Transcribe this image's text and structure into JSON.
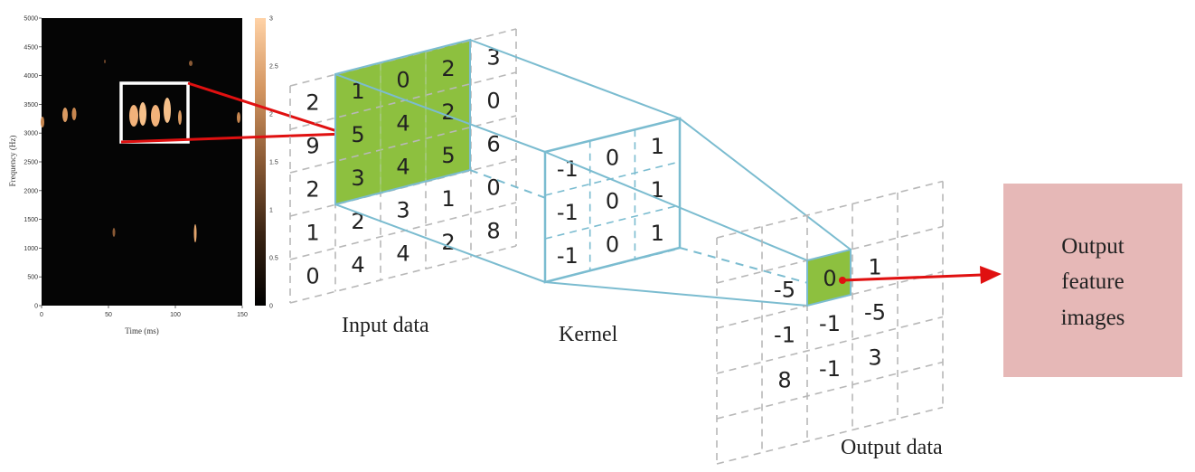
{
  "spectrogram": {
    "y_axis_label": "Frequency (Hz)",
    "x_axis_label": "Time (ms)",
    "y_ticks": [
      "0",
      "500",
      "1000",
      "1500",
      "2000",
      "2500",
      "3000",
      "3500",
      "4000",
      "4500",
      "5000"
    ],
    "x_ticks": [
      "0",
      "50",
      "100",
      "150"
    ],
    "colorbar_ticks": [
      "0",
      "0.5",
      "1",
      "1.5",
      "2",
      "2.5",
      "3"
    ],
    "background_color": "#050505",
    "highlight_color": "#f2b27a"
  },
  "input_data": {
    "caption": "Input data",
    "rows": [
      [
        "2",
        "1",
        "0",
        "2",
        "3"
      ],
      [
        "9",
        "5",
        "4",
        "2",
        "0"
      ],
      [
        "2",
        "3",
        "4",
        "5",
        "6"
      ],
      [
        "1",
        "2",
        "3",
        "1",
        "0"
      ],
      [
        "0",
        "4",
        "4",
        "2",
        "8"
      ]
    ],
    "highlight_color": "#8dc03f"
  },
  "kernel": {
    "caption": "Kernel",
    "rows": [
      [
        "-1",
        "0",
        "1"
      ],
      [
        "-1",
        "0",
        "1"
      ],
      [
        "-1",
        "0",
        "1"
      ]
    ],
    "line_color": "#7bbcd0"
  },
  "output_data": {
    "caption": "Output data",
    "values": [
      [
        "-5",
        "0",
        "1"
      ],
      [
        "-1",
        "-1",
        "-5"
      ],
      [
        "8",
        "-1",
        "3"
      ]
    ],
    "highlight_color": "#8dc03f"
  },
  "output_box": {
    "lines": [
      "Output",
      "feature",
      "images"
    ],
    "fill_color": "#e6b8b7"
  },
  "arrow_color": "#e01010"
}
